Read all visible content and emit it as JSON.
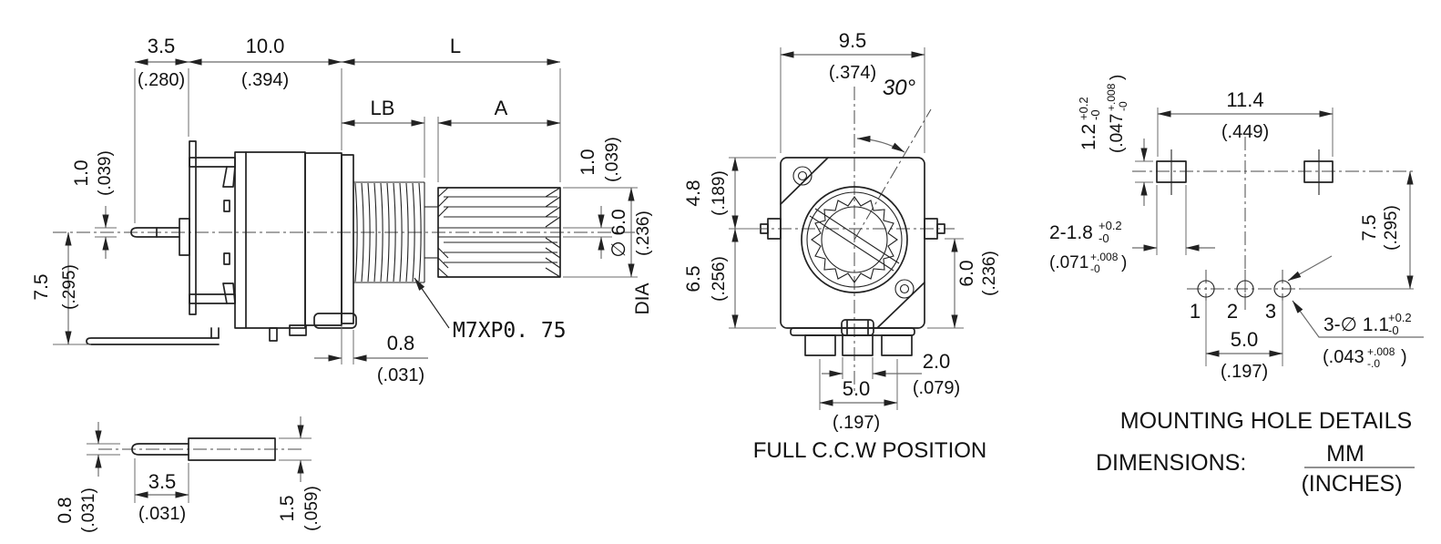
{
  "left_view": {
    "d3_5": {
      "mm": "3.5",
      "inch": "(.280)"
    },
    "d10": {
      "mm": "10.0",
      "inch": "(.394)"
    },
    "len_l": "L",
    "len_lb": "LB",
    "len_a": "A",
    "pin_thickness": {
      "mm": "1.0",
      "inch": "(.039)"
    },
    "height": {
      "mm": "7.5",
      "inch": "(.295)"
    },
    "slot": {
      "mm": "1.0",
      "inch": "(.039)"
    },
    "shaft_dia": {
      "sym_mm": "∅ 6.0",
      "inch": "(.236)",
      "label": "DIA"
    },
    "thread_spec": "M7XP0. 75",
    "plate": {
      "mm": "0.8",
      "inch": "(.031)"
    }
  },
  "pin_detail": {
    "thickness": {
      "mm": "0.8",
      "inch": "(.031)"
    },
    "length": {
      "mm": "3.5",
      "inch": "(.031)"
    },
    "width": {
      "mm": "1.5",
      "inch": "(.059)"
    }
  },
  "front_view": {
    "width": {
      "mm": "9.5",
      "inch": "(.374)"
    },
    "angle": "30°",
    "upper": {
      "mm": "4.8",
      "inch": "(.189)"
    },
    "lower": {
      "mm": "6.5",
      "inch": "(.256)"
    },
    "right": {
      "mm": "6.0",
      "inch": "(.236)"
    },
    "pin_width": {
      "mm": "2.0",
      "inch": "(.079)"
    },
    "pin_span": {
      "mm": "5.0",
      "inch": "(.197)"
    },
    "caption": "FULL C.C.W POSITION"
  },
  "mounting_view": {
    "span": {
      "mm": "11.4",
      "inch": "(.449)"
    },
    "slot_h": {
      "mm": "1.2",
      "tol_up": "+0.2",
      "tol_dn": "-0",
      "inch_open": "(.047",
      "inch_tol_up": "+.008",
      "inch_tol_dn": "-0",
      "inch_close": ")"
    },
    "slot_w": {
      "mm": "2-1.8",
      "tol_up": "+0.2",
      "tol_dn": "-0",
      "inch_open": "(.071",
      "inch_tol_up": "+.008",
      "inch_tol_dn": "-0",
      "inch_close": ")"
    },
    "height": {
      "mm": "7.5",
      "inch": "(.295)"
    },
    "hole_labels": [
      "1",
      "2",
      "3"
    ],
    "hole_span": {
      "mm": "5.0",
      "inch": "(.197)"
    },
    "hole_dia": {
      "mm": "3-∅ 1.1",
      "tol_up": "+0.2",
      "tol_dn": "-0",
      "inch_open": "(.043",
      "inch_tol_up": "+.008",
      "inch_tol_dn": "-.0",
      "inch_close": ")"
    },
    "title": "MOUNTING HOLE DETAILS",
    "dims_label": "DIMENSIONS:",
    "unit_top": "MM",
    "unit_bottom": "(INCHES)"
  }
}
